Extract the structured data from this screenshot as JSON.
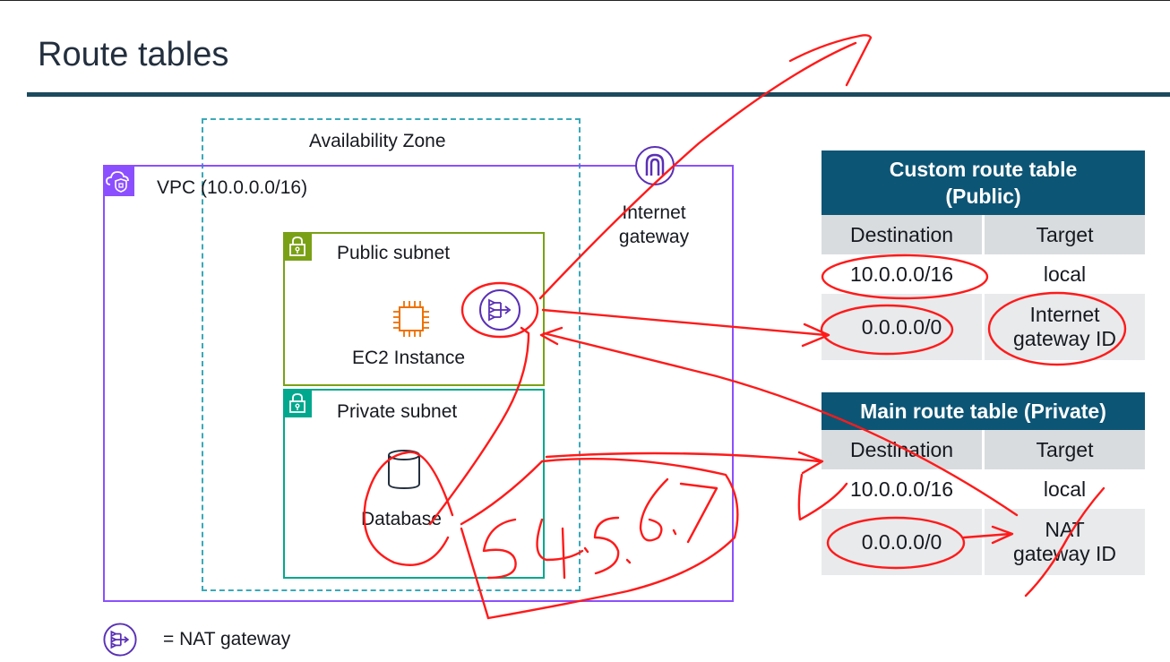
{
  "slide": {
    "title": "Route tables"
  },
  "diagram": {
    "availability_zone": "Availability Zone",
    "vpc": "VPC (10.0.0.0/16)",
    "internet_gateway": [
      "Internet",
      "gateway"
    ],
    "public_subnet": "Public subnet",
    "private_subnet": "Private subnet",
    "ec2": "EC2 Instance",
    "database": "Database"
  },
  "public_table": {
    "title": [
      "Custom route table",
      "(Public)"
    ],
    "headers": [
      "Destination",
      "Target"
    ],
    "rows": [
      {
        "destination": "10.0.0.0/16",
        "target": [
          "local"
        ]
      },
      {
        "destination": "0.0.0.0/0",
        "target": [
          "Internet",
          "gateway ID"
        ]
      }
    ]
  },
  "private_table": {
    "title": "Main route table (Private)",
    "headers": [
      "Destination",
      "Target"
    ],
    "rows": [
      {
        "destination": "10.0.0.0/16",
        "target": [
          "local"
        ]
      },
      {
        "destination": "0.0.0.0/0",
        "target": [
          "NAT",
          "gateway ID"
        ]
      }
    ]
  },
  "legend": {
    "label": "= NAT gateway"
  },
  "annotation": {
    "handwritten_text": "54.5.6.7"
  },
  "colors": {
    "header_bg": "#0d5575",
    "vpc": "#8c4fff",
    "public_subnet": "#7aa116",
    "private_subnet": "#01a88d",
    "ec2": "#ed7100",
    "ink": "#ff0000"
  },
  "icons": [
    "vpc-icon",
    "internet-gateway-icon",
    "lock-icon",
    "ec2-chip-icon",
    "nat-gateway-icon",
    "database-icon"
  ]
}
